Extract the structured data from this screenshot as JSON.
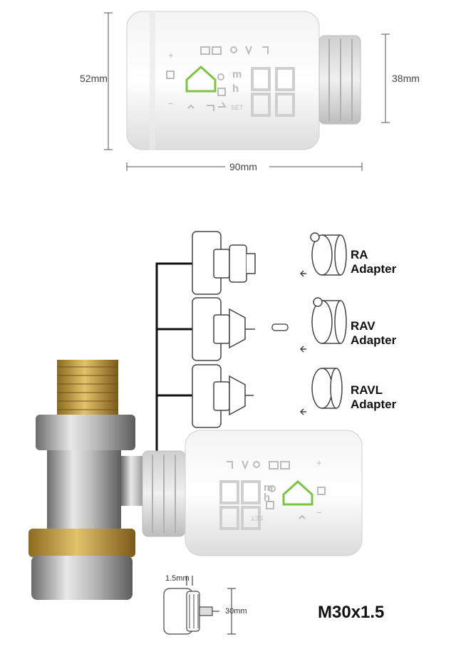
{
  "top_dimensions": {
    "height_left": "52mm",
    "height_right": "38mm",
    "width": "90mm"
  },
  "adapters": [
    {
      "line1": "RA",
      "line2": "Adapter"
    },
    {
      "line1": "RAV",
      "line2": "Adapter"
    },
    {
      "line1": "RAVL",
      "line2": "Adapter"
    }
  ],
  "bottom_dimensions": {
    "flange": "1.5mm",
    "diameter": "30mm"
  },
  "thread_label": "M30x1.5",
  "display": {
    "set_text": "SET",
    "plus": "+",
    "minus": "−",
    "m": "m",
    "h": "h",
    "accent_color": "#7dc442"
  }
}
